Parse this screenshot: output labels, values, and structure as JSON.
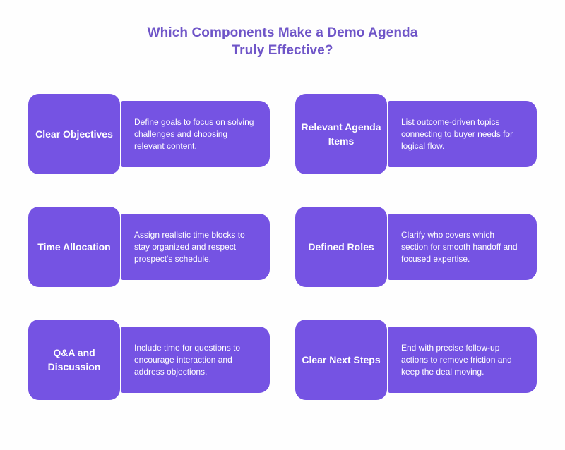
{
  "header": {
    "title_line_1": "Which Components Make a Demo Agenda",
    "title_line_2": "Truly Effective?"
  },
  "theme": {
    "background": "#fefefe",
    "card_purple": "#7553e3",
    "title_purple": "#6f55c8",
    "card_text": "#ffffff"
  },
  "cards": [
    {
      "label": "Clear Objectives",
      "description": "Define goals to focus on solving challenges and choosing relevant content."
    },
    {
      "label": "Relevant Agenda Items",
      "description": "List outcome-driven topics connecting to buyer needs for logical flow."
    },
    {
      "label": "Time Allocation",
      "description": "Assign realistic time blocks to stay organized and respect prospect's schedule."
    },
    {
      "label": "Defined Roles",
      "description": "Clarify who covers which section for smooth handoff and focused expertise."
    },
    {
      "label": "Q&A and Discussion",
      "description": "Include time for questions to encourage interaction and address objections."
    },
    {
      "label": "Clear Next Steps",
      "description": "End with precise follow-up actions to remove friction and keep the deal moving."
    }
  ]
}
